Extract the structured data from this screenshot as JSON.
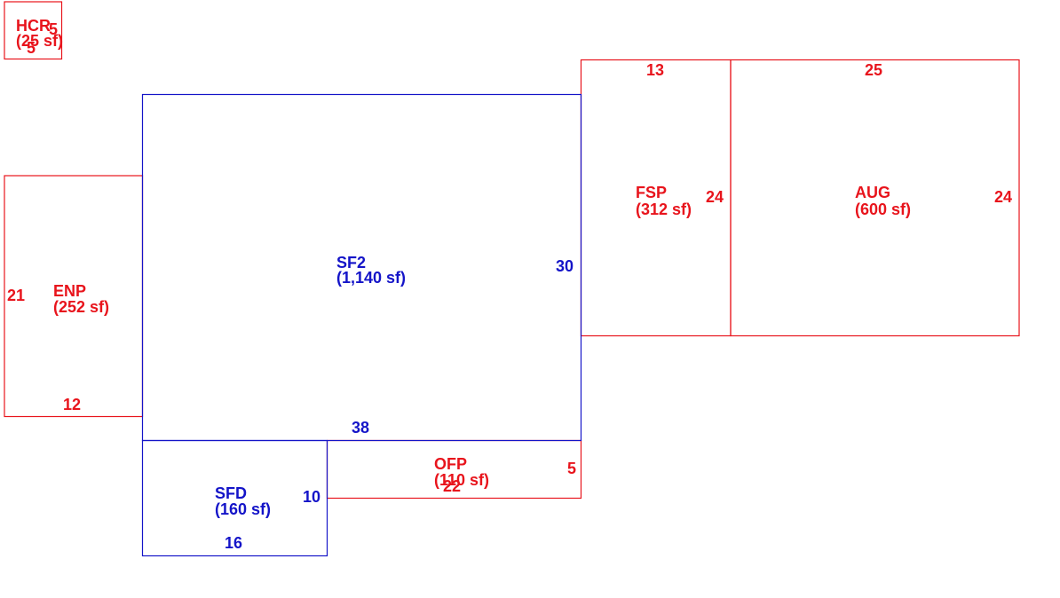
{
  "colors": {
    "red": "#e8141c",
    "blue": "#1414c8",
    "background": "#ffffff"
  },
  "areas": {
    "hcr": {
      "code": "HCR",
      "area": "(25 sf)",
      "dim_top": "5",
      "dim_left": "5"
    },
    "enp": {
      "code": "ENP",
      "area": "(252 sf)",
      "dim_left": "21",
      "dim_bottom": "12"
    },
    "sf2": {
      "code": "SF2",
      "area": "(1,140 sf)",
      "dim_right": "30",
      "dim_bottom": "38"
    },
    "fsp": {
      "code": "FSP",
      "area": "(312 sf)",
      "dim_top": "13",
      "dim_right": "24"
    },
    "aug": {
      "code": "AUG",
      "area": "(600 sf)",
      "dim_top": "25",
      "dim_right": "24"
    },
    "sfd": {
      "code": "SFD",
      "area": "(160 sf)",
      "dim_right": "10",
      "dim_bottom": "16"
    },
    "ofp": {
      "code": "OFP",
      "area": "(110 sf)",
      "dim_right": "5",
      "dim_bottom": "22"
    }
  }
}
